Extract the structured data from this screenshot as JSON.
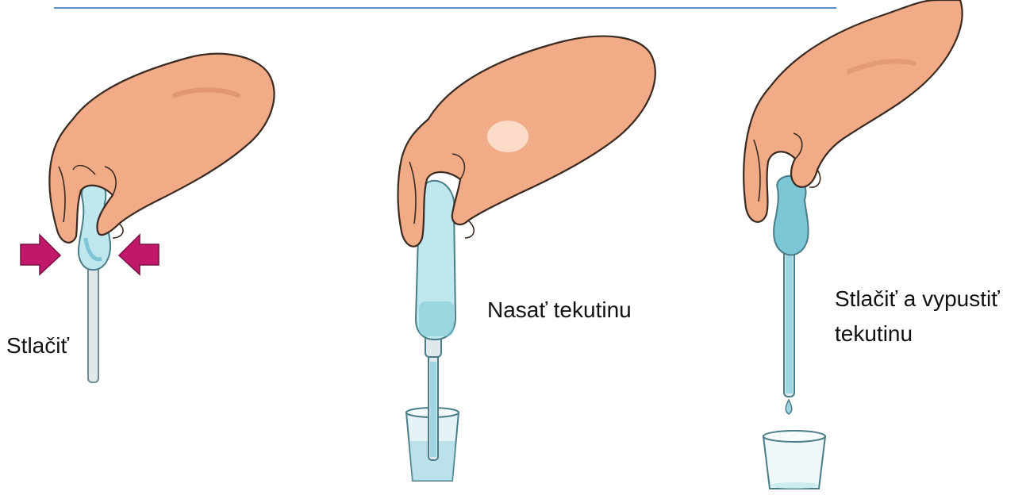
{
  "colors": {
    "rule": "#5b8fd4",
    "skin": "#f1ab86",
    "skin_shadow": "#d98a66",
    "outline": "#3a2a22",
    "bulb": "#bfe7ee",
    "bulb_shadow": "#7cc6d6",
    "tube": "#dfe8ea",
    "liquid": "#9fd6e4",
    "arrow": "#c2186b"
  },
  "icons": [
    "hand-icon",
    "pipette-icon",
    "arrow-right-icon",
    "arrow-left-icon",
    "cup-icon",
    "drop-icon"
  ],
  "steps": [
    {
      "label": "Stlačiť"
    },
    {
      "label": "Nasať tekutinu"
    },
    {
      "label_line1": "Stlačiť a vypustiť",
      "label_line2": "tekutinu"
    }
  ]
}
